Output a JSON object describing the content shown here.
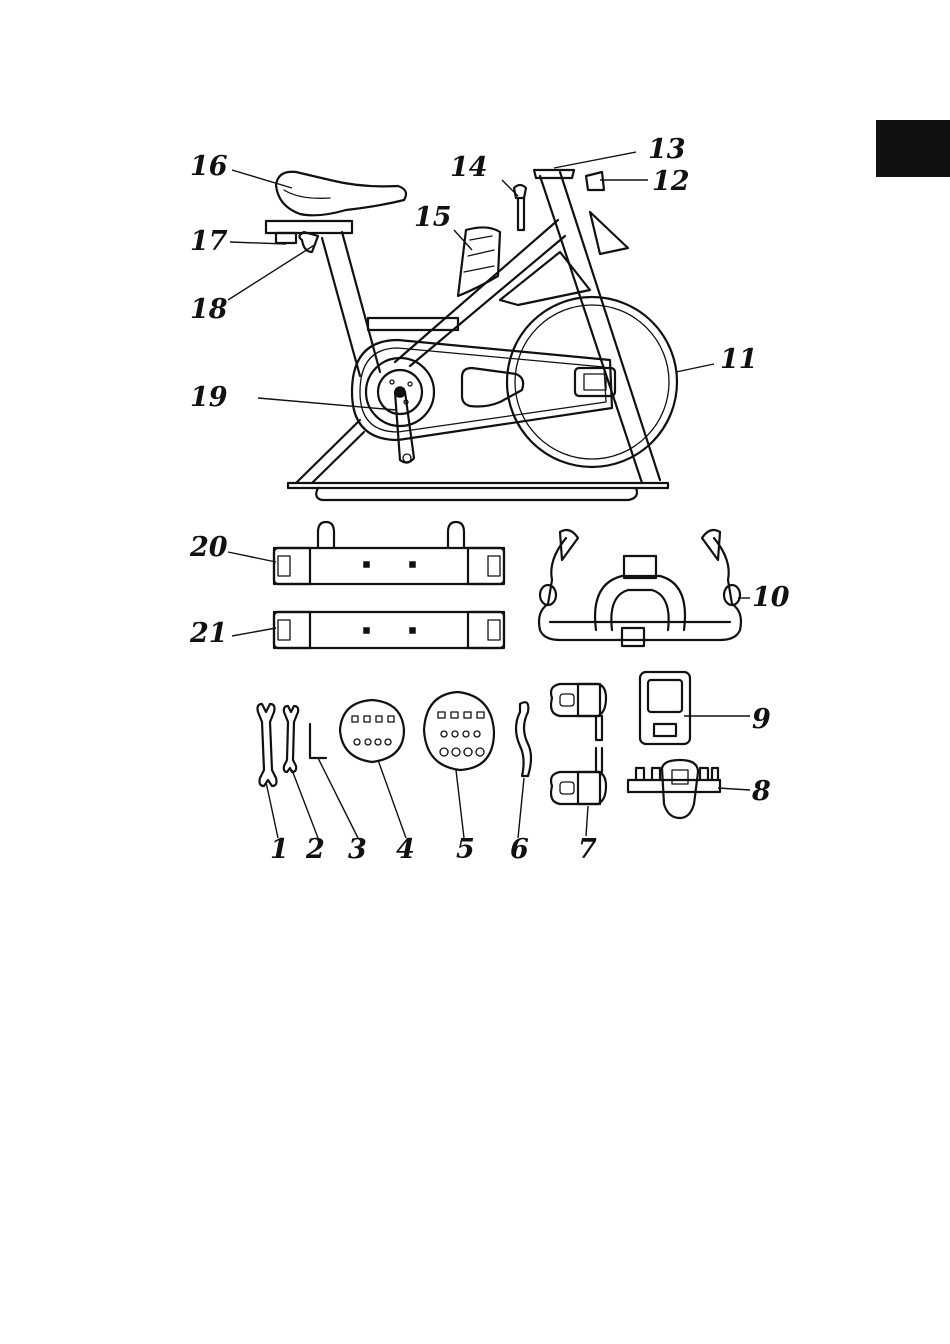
{
  "callouts": {
    "c1": "1",
    "c2": "2",
    "c3": "3",
    "c4": "4",
    "c5": "5",
    "c6": "6",
    "c7": "7",
    "c8": "8",
    "c9": "9",
    "c10": "10",
    "c11": "11",
    "c12": "12",
    "c13": "13",
    "c14": "14",
    "c15": "15",
    "c16": "16",
    "c17": "17",
    "c18": "18",
    "c19": "19",
    "c20": "20",
    "c21": "21"
  },
  "colors": {
    "ink": "#111111",
    "tab": "#111111",
    "background": "#ffffff"
  }
}
